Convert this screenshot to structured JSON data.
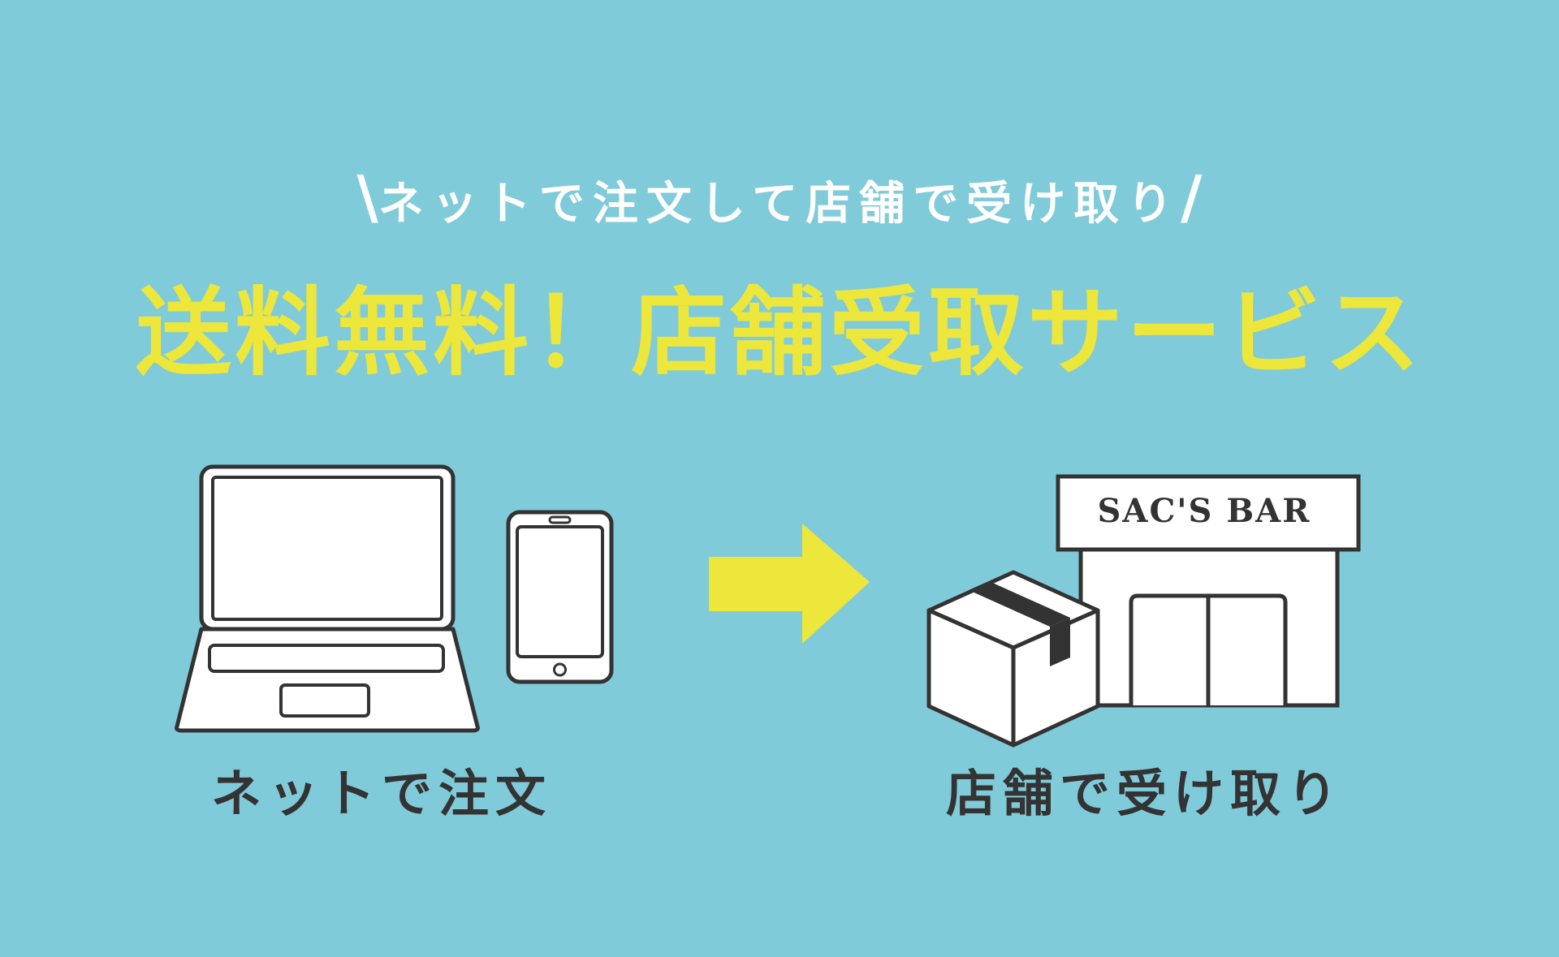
{
  "header": {
    "subtitle": "ネットで注文して店舗で受け取り",
    "slash_left": "\\",
    "slash_right": "/",
    "headline": "送料無料！店舗受取サービス"
  },
  "steps": {
    "order_label": "ネットで注文",
    "pickup_label": "店舗で受け取り"
  },
  "store": {
    "sign_text": "SAC'S BAR"
  },
  "colors": {
    "background": "#80cbd9",
    "accent_yellow": "#ede63b",
    "outline": "#333333",
    "fill_white": "#ffffff"
  },
  "icons": [
    "laptop-icon",
    "smartphone-icon",
    "arrow-right-icon",
    "package-icon",
    "store-icon"
  ]
}
